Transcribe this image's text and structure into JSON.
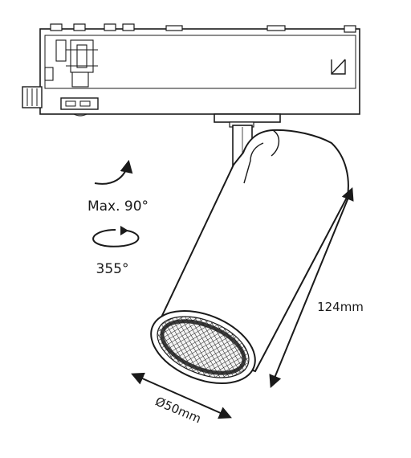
{
  "labels": {
    "tilt": "Max. 90°",
    "rotation": "355°",
    "length": "124mm",
    "diameter": "Ø50mm"
  },
  "colors": {
    "line": "#1a1a1a",
    "fill": "#ffffff"
  }
}
